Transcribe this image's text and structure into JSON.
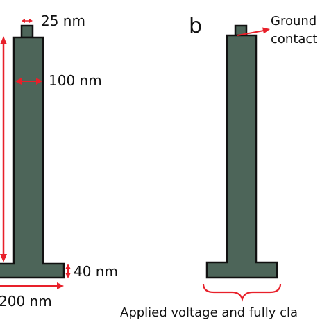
{
  "panel_a": {
    "top_contact_label": "25 nm",
    "pillar_width_label": "100 nm",
    "base_height_label": "40 nm",
    "base_width_label": "200 nm"
  },
  "panel_b": {
    "panel_letter": "b",
    "ground_contact_label_line1": "Ground",
    "ground_contact_label_line2": "contact",
    "bottom_label": "Applied voltage and fully cla"
  },
  "colors": {
    "structure_fill": "#4d6559",
    "outline": "#111111",
    "arrow": "#e8202a",
    "text": "#111111",
    "background": "#ffffff"
  }
}
